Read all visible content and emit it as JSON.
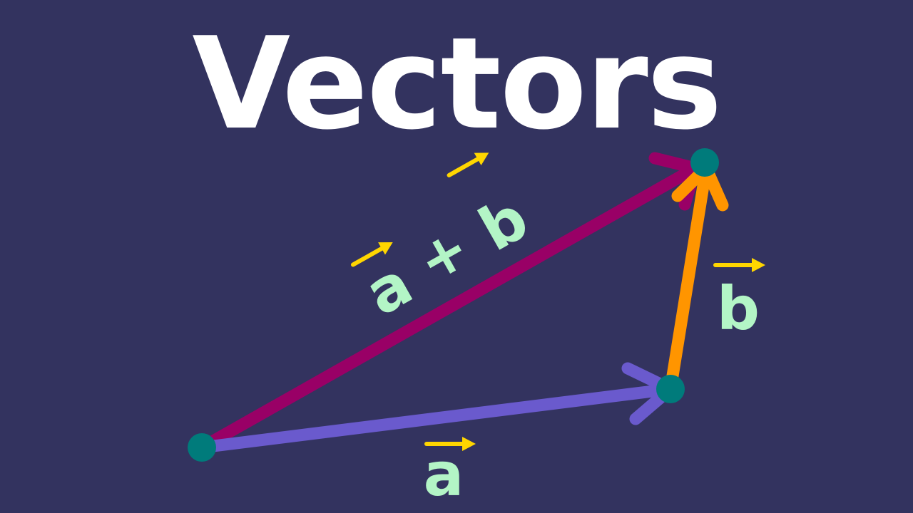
{
  "title": "Vectors",
  "diagram": {
    "vectors": [
      {
        "name": "a",
        "label": "a",
        "color": "#6a5acd"
      },
      {
        "name": "b",
        "label": "b",
        "color": "#ff9500"
      },
      {
        "name": "sum",
        "label_a": "a",
        "label_op": "+",
        "label_b": "b",
        "color": "#990066"
      }
    ],
    "point_color": "#007b7b",
    "label_color": "#b3f5c6",
    "arrow_mark_color": "#ffd600"
  }
}
